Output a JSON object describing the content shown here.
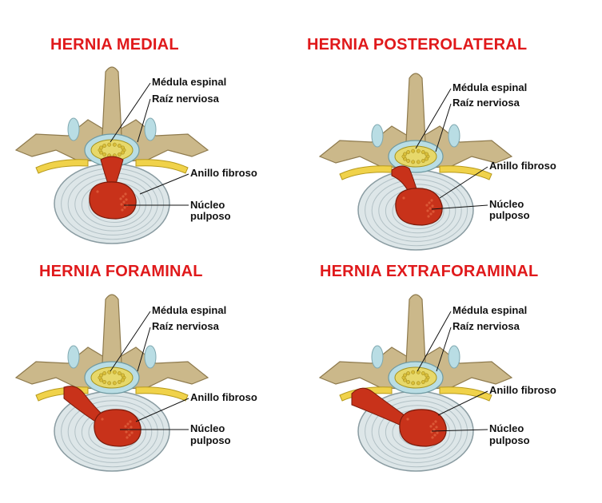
{
  "panels": [
    {
      "id": "medial",
      "title": "HERNIA MEDIAL",
      "labels": {
        "spinal_cord": "Médula espinal",
        "nerve_root": "Raíz nerviosa",
        "annulus": "Anillo fibroso",
        "nucleus_line1": "Núcleo",
        "nucleus_line2": "pulposo"
      }
    },
    {
      "id": "posterolateral",
      "title": "HERNIA POSTEROLATERAL",
      "labels": {
        "spinal_cord": "Médula espinal",
        "nerve_root": "Raíz nerviosa",
        "annulus": "Anillo fibroso",
        "nucleus_line1": "Núcleo",
        "nucleus_line2": "pulposo"
      }
    },
    {
      "id": "foraminal",
      "title": "HERNIA FORAMINAL",
      "labels": {
        "spinal_cord": "Médula espinal",
        "nerve_root": "Raíz nerviosa",
        "annulus": "Anillo fibroso",
        "nucleus_line1": "Núcleo",
        "nucleus_line2": "pulposo"
      }
    },
    {
      "id": "extraforaminal",
      "title": "HERNIA EXTRAFORAMINAL",
      "labels": {
        "spinal_cord": "Médula espinal",
        "nerve_root": "Raíz nerviosa",
        "annulus": "Anillo fibroso",
        "nucleus_line1": "Núcleo",
        "nucleus_line2": "pulposo"
      }
    }
  ],
  "colors": {
    "title": "#e0191b",
    "bone": "#cbb88a",
    "bone_shadow": "#8e7a4d",
    "disc": "#dde6e8",
    "disc_ring": "#9fb0b6",
    "nucleus": "#c8321a",
    "nerve": "#f0d24a",
    "cord_fill": "#e7d86a",
    "dura": "#b9dde4"
  }
}
